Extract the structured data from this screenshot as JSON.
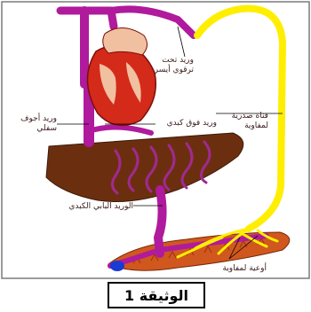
{
  "labels": {
    "left_subclavian_vein": "وريد تحت ترقوي أيسر",
    "thoracic_duct": "قناة صدرية لمفاوية",
    "inferior_vena_cava": "وريد أجوف سفلي",
    "hepatic_vein": "وريد فوق كبدي",
    "hepatic_portal_vein": "الوريد البابي الكبدي",
    "lymphatic_vessels": "أوعية لمفاوية"
  },
  "caption": "الوثيقة 1",
  "colors": {
    "vein": "#b01a9c",
    "lymph": "#ffee00",
    "liver": "#6b2f10",
    "heart": "#d42a1a",
    "intestine": "#d0581e"
  }
}
